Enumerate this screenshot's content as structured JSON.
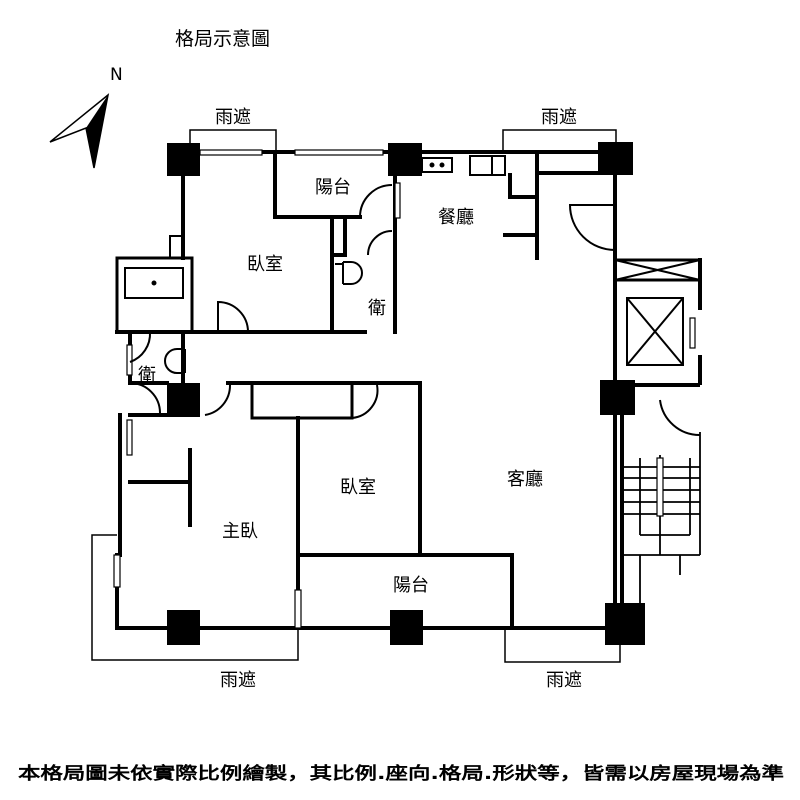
{
  "title": "格局示意圖",
  "compass": {
    "label": "N",
    "icon": "north-arrow-icon"
  },
  "rooms": {
    "rain_cover_top_left": "雨遮",
    "rain_cover_top_right": "雨遮",
    "balcony_top": "陽台",
    "dining": "餐廳",
    "bedroom_top": "臥室",
    "bath_right": "衛",
    "bath_left": "衛",
    "bedroom_middle": "臥室",
    "living": "客廳",
    "master_bedroom": "主臥",
    "balcony_bottom": "陽台",
    "rain_cover_bottom_left": "雨遮",
    "rain_cover_bottom_right": "雨遮"
  },
  "disclaimer": "本格局圖未依實際比例繪製，其比例.座向.格局.形狀等，皆需以房屋現場為準"
}
